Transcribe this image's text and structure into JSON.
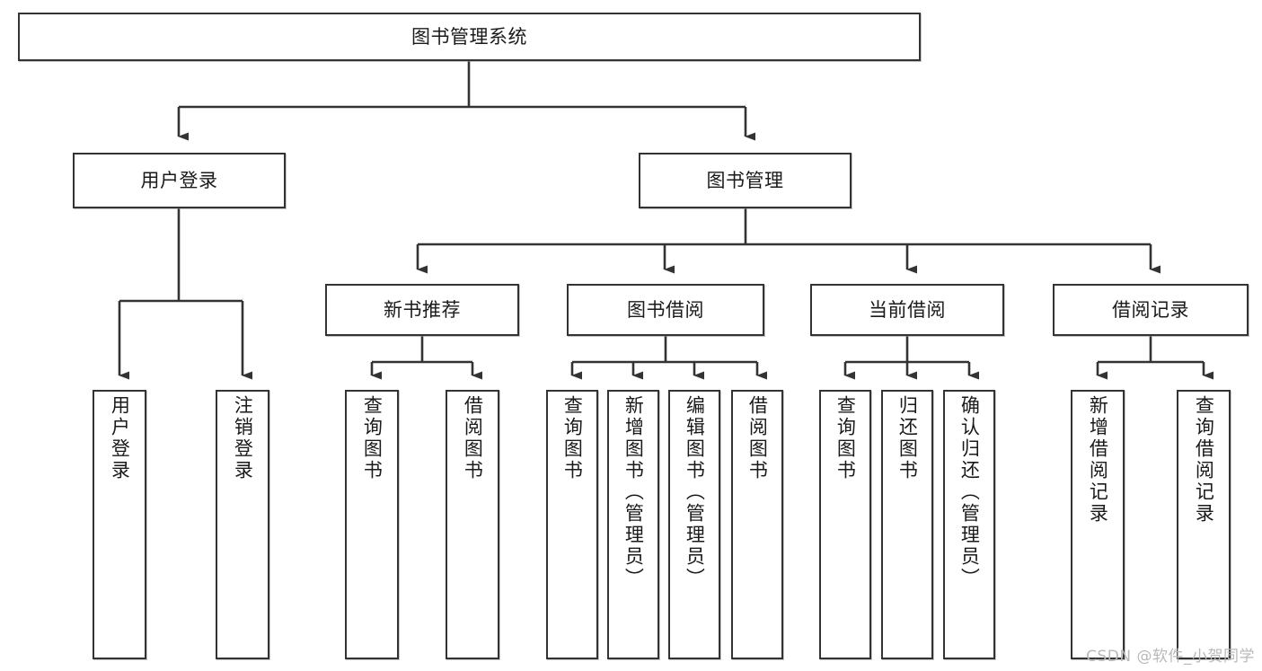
{
  "diagram": {
    "title": "图书管理系统",
    "type": "tree-hierarchy-diagram",
    "watermark": "CSDN @软件_小贺同学",
    "colors": {
      "stroke": "#333333",
      "fill": "#ffffff",
      "text": "#1a1a1a",
      "watermark": "#b9b9b9"
    },
    "root": {
      "label": "图书管理系统"
    },
    "level2": [
      {
        "label": "用户登录"
      },
      {
        "label": "图书管理"
      }
    ],
    "level3": [
      {
        "label": "新书推荐"
      },
      {
        "label": "图书借阅"
      },
      {
        "label": "当前借阅"
      },
      {
        "label": "借阅记录"
      }
    ],
    "leaves": {
      "user_login": [
        {
          "label": "用户登录"
        },
        {
          "label": "注销登录"
        }
      ],
      "new_book_recommend": [
        {
          "label": "查询图书"
        },
        {
          "label": "借阅图书"
        }
      ],
      "book_borrow": [
        {
          "label": "查询图书"
        },
        {
          "label": "新增图书（管理员）"
        },
        {
          "label": "编辑图书（管理员）"
        },
        {
          "label": "借阅图书"
        }
      ],
      "current_borrow": [
        {
          "label": "查询图书"
        },
        {
          "label": "归还图书"
        },
        {
          "label": "确认归还（管理员）"
        }
      ],
      "borrow_record": [
        {
          "label": "新增借阅记录"
        },
        {
          "label": "查询借阅记录"
        }
      ]
    }
  }
}
